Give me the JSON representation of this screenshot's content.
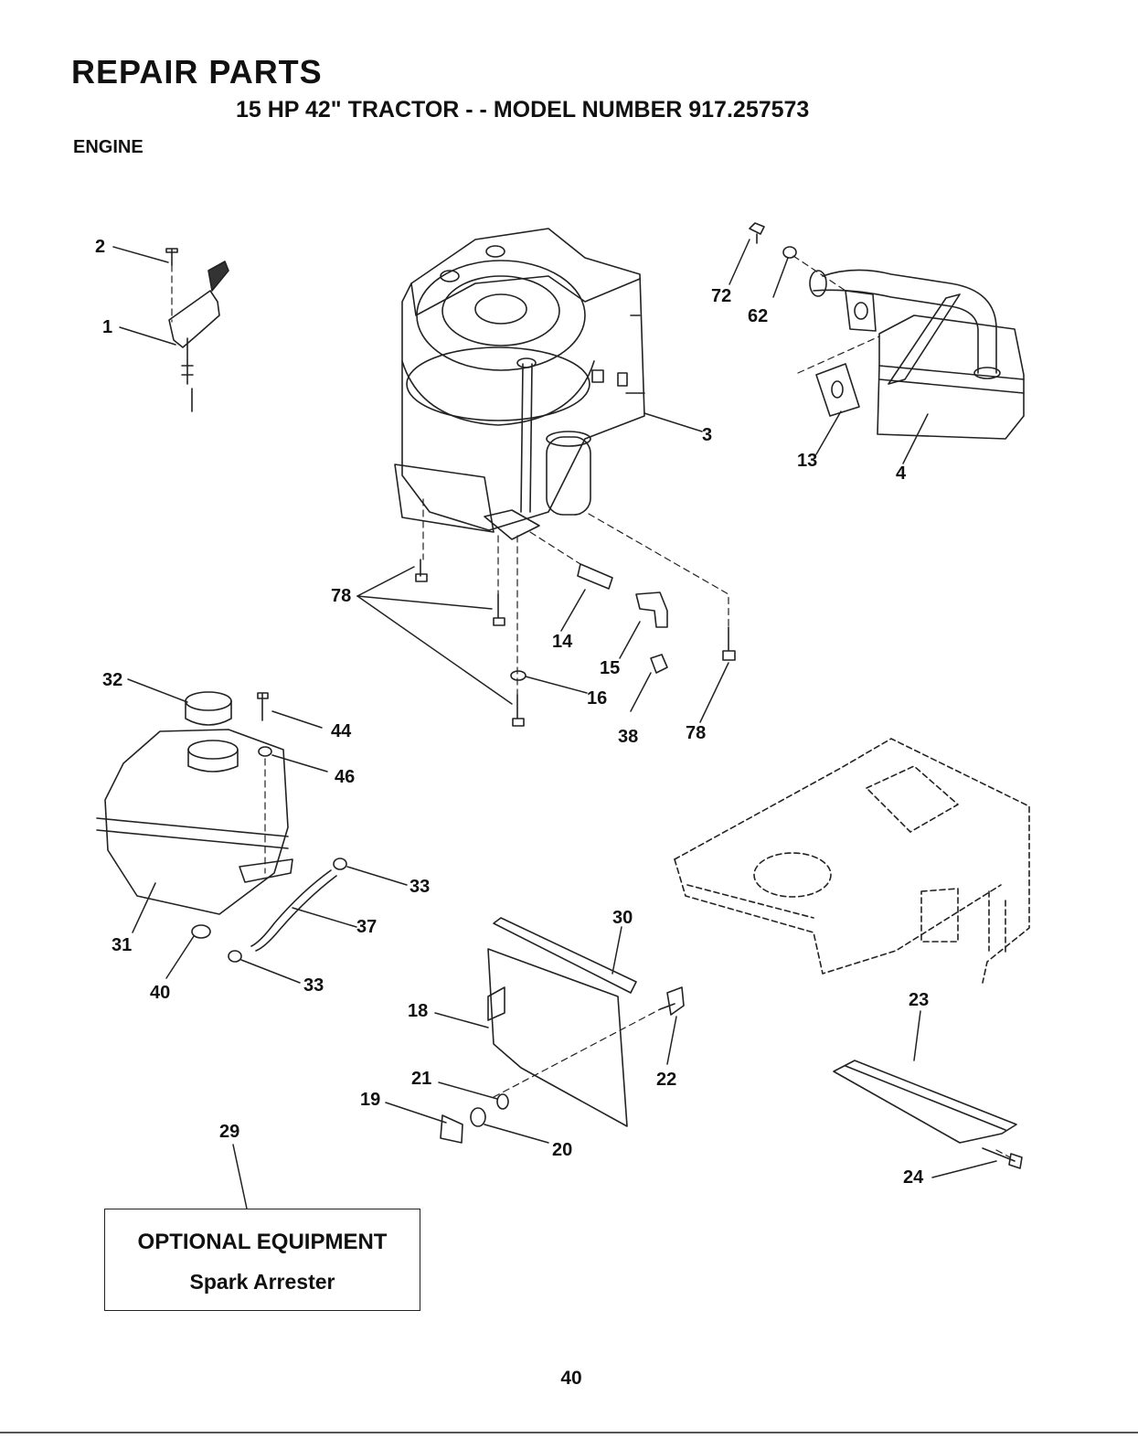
{
  "header": {
    "title": "REPAIR PARTS",
    "subtitle": "15 HP 42\" TRACTOR - - MODEL NUMBER 917.257573",
    "section": "ENGINE"
  },
  "callouts": [
    "2",
    "1",
    "72",
    "62",
    "3",
    "13",
    "4",
    "78",
    "14",
    "15",
    "16",
    "38",
    "78",
    "32",
    "44",
    "46",
    "33",
    "37",
    "33",
    "31",
    "40",
    "30",
    "18",
    "21",
    "19",
    "20",
    "22",
    "23",
    "24",
    "29"
  ],
  "optional_equipment": {
    "title": "OPTIONAL EQUIPMENT",
    "item": "Spark Arrester"
  },
  "footer": {
    "page_number": "40"
  }
}
